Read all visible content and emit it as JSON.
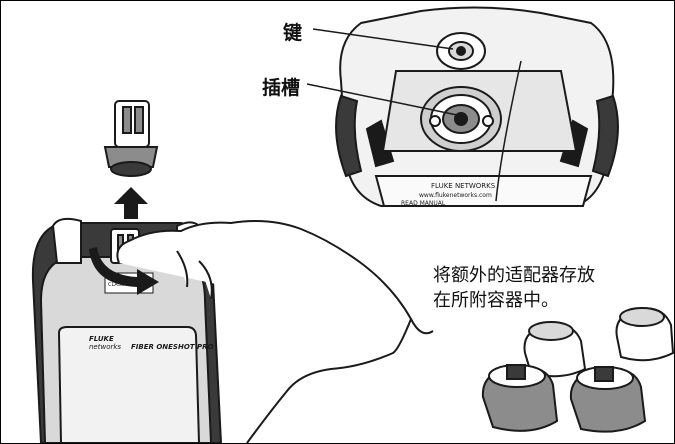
{
  "callouts": {
    "key": "键",
    "slot": "插槽"
  },
  "note": {
    "line1": "将额外的适配器存放",
    "line2": "在所附容器中。"
  },
  "meter_labels": {
    "brand": "FLUKE",
    "subbrand": "networks",
    "model": "FIBER ONESHOT PRO",
    "laser_label": "CLASS 1 LASER"
  },
  "port_panel_labels": {
    "brand": "FLUKE NETWORKS",
    "website": "www.flukenetworks.com",
    "warning": "READ MANUAL"
  },
  "colors": {
    "line": "#1a1a1a",
    "dark_fill": "#3a3a3a",
    "mid_gray": "#8c8c8c",
    "light_gray": "#d9d9d9"
  }
}
